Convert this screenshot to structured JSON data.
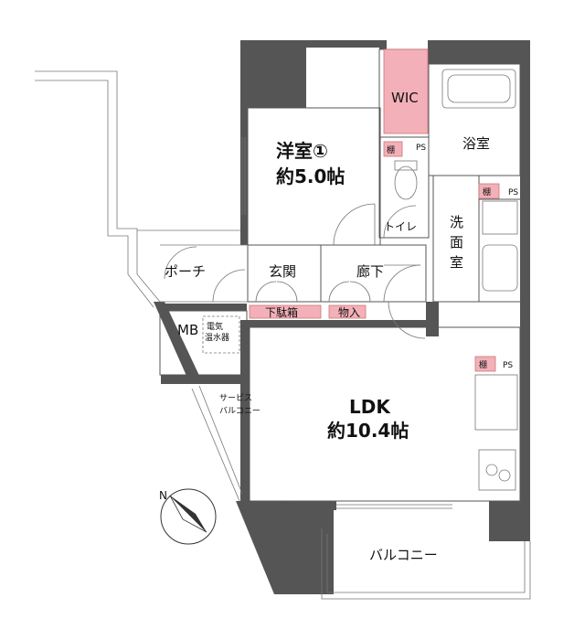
{
  "rooms": {
    "western_room": {
      "name": "洋室①",
      "size": "約5.0帖"
    },
    "wic": "WIC",
    "bath": "浴室",
    "toilet": "トイレ",
    "washroom": "洗面室",
    "porch": "ポーチ",
    "entrance": "玄関",
    "corridor": "廊下",
    "mb": "MB",
    "water_heater": "電気温水器",
    "shoe_box": "下駄箱",
    "storage": "物入",
    "service_balcony": "サービスバルコニー",
    "ldk": {
      "name": "LDK",
      "size": "約10.4帖"
    },
    "balcony": "バルコニー"
  },
  "tags": {
    "shelf": "棚",
    "ps": "PS"
  },
  "compass": "N",
  "colors": {
    "wall": "#555555",
    "storage_highlight": "#f3b0b8"
  }
}
